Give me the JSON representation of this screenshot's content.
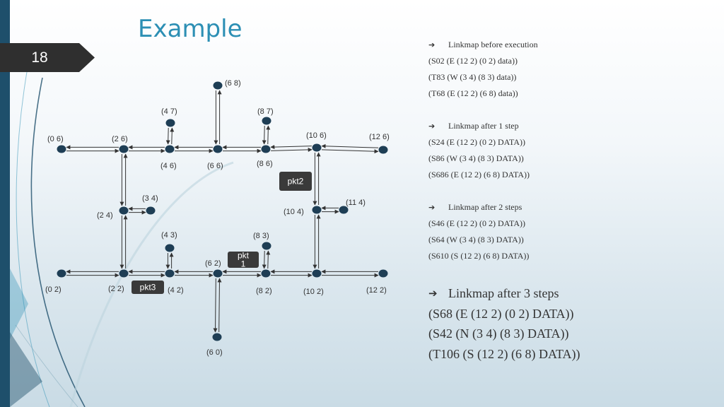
{
  "slide": {
    "title": "Example",
    "number": "18"
  },
  "diagram": {
    "nodes": [
      {
        "id": "n0_6",
        "label": "(0 6)"
      },
      {
        "id": "n2_6",
        "label": "(2 6)"
      },
      {
        "id": "n4_6",
        "label": "(4 6)"
      },
      {
        "id": "n6_6",
        "label": "(6 6)"
      },
      {
        "id": "n8_6",
        "label": "(8 6)"
      },
      {
        "id": "n10_6",
        "label": "(10 6)"
      },
      {
        "id": "n12_6",
        "label": "(12 6)"
      },
      {
        "id": "n6_8",
        "label": "(6 8)"
      },
      {
        "id": "n4_7",
        "label": "(4 7)"
      },
      {
        "id": "n8_7",
        "label": "(8 7)"
      },
      {
        "id": "n2_4",
        "label": "(2 4)"
      },
      {
        "id": "n3_4",
        "label": "(3 4)"
      },
      {
        "id": "n10_4",
        "label": "(10 4)"
      },
      {
        "id": "n11_4",
        "label": "(11 4)"
      },
      {
        "id": "n4_3",
        "label": "(4 3)"
      },
      {
        "id": "n8_3",
        "label": "(8 3)"
      },
      {
        "id": "n0_2",
        "label": "(0 2)"
      },
      {
        "id": "n2_2",
        "label": "(2 2)"
      },
      {
        "id": "n4_2",
        "label": "(4 2)"
      },
      {
        "id": "n6_2",
        "label": "(6 2)"
      },
      {
        "id": "n8_2",
        "label": "(8 2)"
      },
      {
        "id": "n10_2",
        "label": "(10 2)"
      },
      {
        "id": "n12_2",
        "label": "(12 2)"
      },
      {
        "id": "n6_0",
        "label": "(6 0)"
      }
    ],
    "edges": [
      [
        "n0_6",
        "n2_6"
      ],
      [
        "n2_6",
        "n4_6"
      ],
      [
        "n4_6",
        "n6_6"
      ],
      [
        "n6_6",
        "n8_6"
      ],
      [
        "n8_6",
        "n10_6"
      ],
      [
        "n10_6",
        "n12_6"
      ],
      [
        "n6_6",
        "n6_8"
      ],
      [
        "n4_6",
        "n4_7"
      ],
      [
        "n8_6",
        "n8_7"
      ],
      [
        "n2_6",
        "n2_4"
      ],
      [
        "n2_4",
        "n3_4"
      ],
      [
        "n2_4",
        "n2_2"
      ],
      [
        "n10_6",
        "n10_4"
      ],
      [
        "n10_4",
        "n11_4"
      ],
      [
        "n10_4",
        "n10_2"
      ],
      [
        "n0_2",
        "n2_2"
      ],
      [
        "n2_2",
        "n4_2"
      ],
      [
        "n4_2",
        "n6_2"
      ],
      [
        "n6_2",
        "n8_2"
      ],
      [
        "n8_2",
        "n10_2"
      ],
      [
        "n10_2",
        "n12_2"
      ],
      [
        "n4_2",
        "n4_3"
      ],
      [
        "n8_2",
        "n8_3"
      ],
      [
        "n6_2",
        "n6_0"
      ]
    ],
    "packets": [
      {
        "id": "pkt2",
        "label": "pkt2"
      },
      {
        "id": "pkt1",
        "label": "pkt\n1"
      },
      {
        "id": "pkt3",
        "label": "pkt3"
      }
    ]
  },
  "linkmaps": [
    {
      "heading": "Linkmap before execution",
      "lines": [
        "(S02 (E (12 2) (0 2) data))",
        "(T83 (W (3 4) (8 3) data))",
        "(T68 (E (12 2) (6 8) data))"
      ]
    },
    {
      "heading": "Linkmap after 1 step",
      "lines": [
        "(S24 (E (12 2) (0 2) DATA))",
        "(S86 (W (3 4) (8 3) DATA))",
        "(S686 (E (12 2) (6 8) DATA))"
      ]
    },
    {
      "heading": "Linkmap after 2 steps",
      "lines": [
        "(S46 (E (12 2) (0 2) DATA))",
        "(S64 (W (3 4) (8 3) DATA))",
        "(S610 (S (12 2) (6 8) DATA))"
      ]
    },
    {
      "heading": "Linkmap after 3 steps",
      "lines": [
        "(S68 (E (12 2) (0 2) DATA))",
        "(S42 (N (3 4) (8 3) DATA))",
        "(T106 (S (12 2) (6 8) DATA))"
      ]
    }
  ],
  "colors": {
    "accent": "#2c8fb4",
    "node": "#1e3e55",
    "edge": "#333333",
    "packet_bg": "#3a3a3a",
    "number_tab": "#2f2f2f",
    "left_bar": "#1e4f6b"
  },
  "icons": {
    "bullet": "arrow-bullet-icon"
  }
}
